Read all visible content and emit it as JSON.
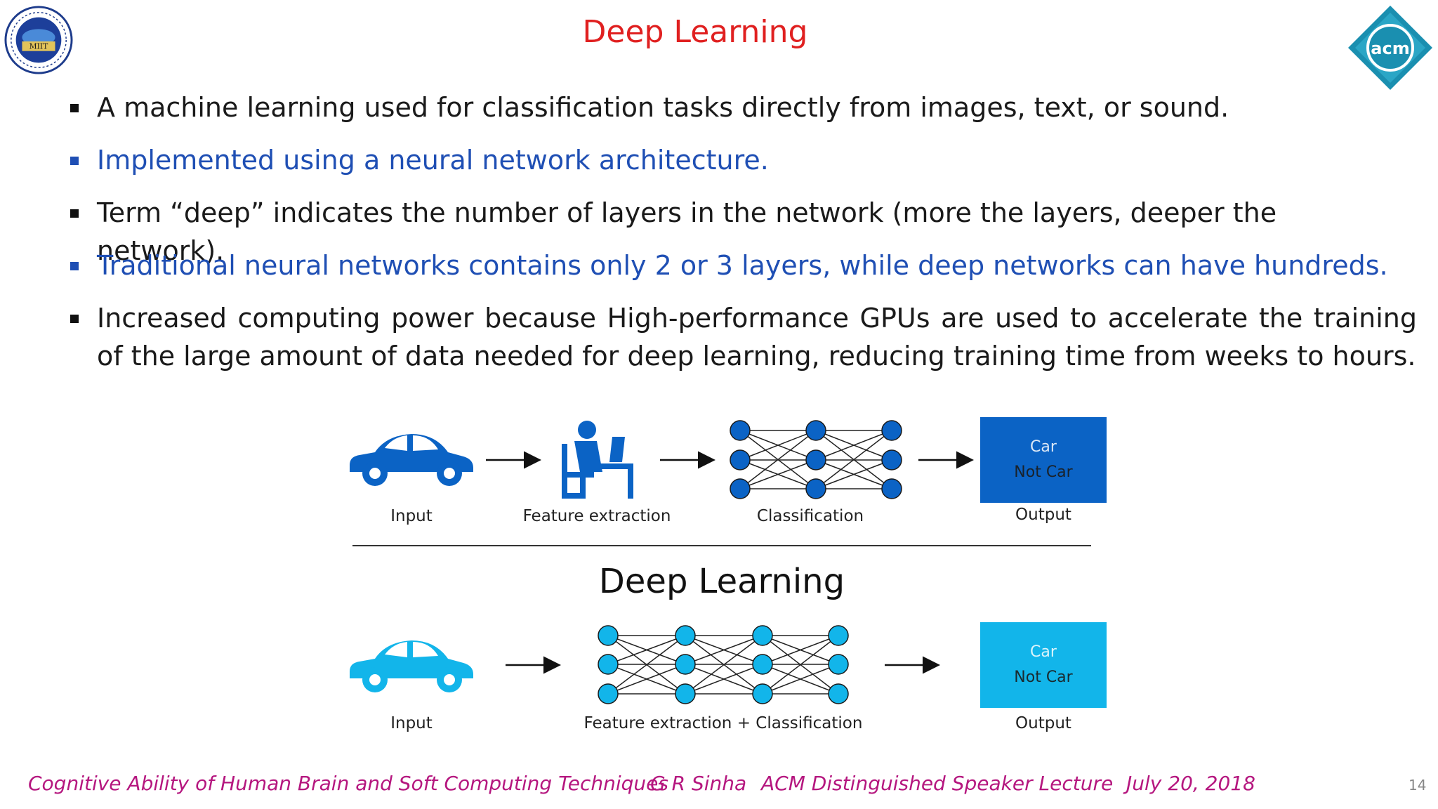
{
  "slide": {
    "title": "Deep Learning",
    "bullets": [
      {
        "text": "A  machine learning used for classification tasks directly from images, text, or sound.",
        "color": "#1a1a1a"
      },
      {
        "text": "Implemented using a neural network architecture.",
        "color": "#1f4fb4"
      },
      {
        "text": "Term “deep” indicates the number of layers in the network (more the layers, deeper the network).",
        "color": "#1a1a1a"
      },
      {
        "text": "Traditional neural networks contains only 2 or 3 layers, while deep networks can have hundreds.",
        "color": "#1f4fb4"
      },
      {
        "text": "Increased computing power because High-performance GPUs are used to accelerate the training of the large amount of data needed for deep learning, reducing training time from weeks to hours.",
        "color": "#1a1a1a"
      }
    ],
    "logos": {
      "left_text": "MIIT",
      "right_text": "acm"
    }
  },
  "diagram": {
    "traditional": {
      "input_label": "Input",
      "feature_label": "Feature extraction",
      "classification_label": "Classification",
      "output_label": "Output",
      "output_lines": [
        "Car",
        "Not Car"
      ],
      "color": "#0b63c5"
    },
    "deep_title": "Deep Learning",
    "deep": {
      "input_label": "Input",
      "combined_label": "Feature extraction + Classification",
      "output_label": "Output",
      "output_lines": [
        "Car",
        "Not Car"
      ],
      "color": "#12b5ea"
    }
  },
  "footer": {
    "course": "Cognitive Ability of Human Brain and Soft Computing Techniques",
    "author": "G R Sinha",
    "event": "ACM Distinguished Speaker Lecture",
    "date": "July 20, 2018",
    "page": "14"
  }
}
